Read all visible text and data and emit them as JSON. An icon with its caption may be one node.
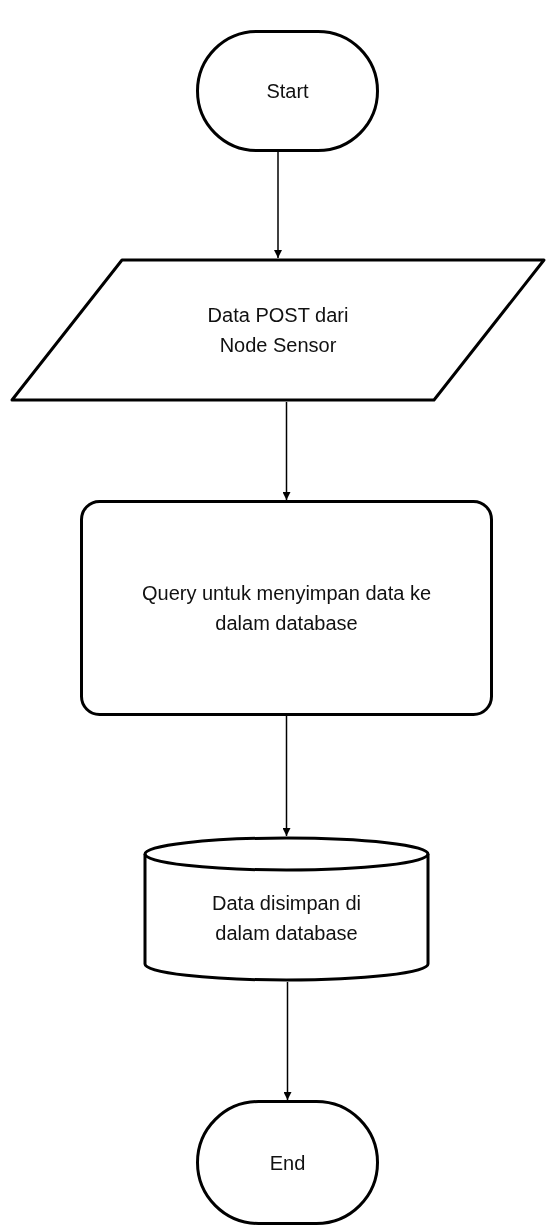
{
  "diagram": {
    "nodes": [
      {
        "text": [
          "Start"
        ]
      },
      {
        "text": [
          "Data POST dari Node Sensor"
        ]
      },
      {
        "text": [
          "Query untuk menyimpan data ke dalam database"
        ]
      },
      {
        "text": [
          "Data disimpan di dalam database"
        ]
      },
      {
        "text": [
          "End"
        ]
      }
    ],
    "edges": [
      {
        "from": 0,
        "to": 1,
        "arrow": "to"
      },
      {
        "from": 1,
        "to": 2,
        "arrow": "to"
      },
      {
        "from": 2,
        "to": 3,
        "arrow": "to"
      },
      {
        "from": 3,
        "to": 4,
        "arrow": "to"
      }
    ]
  }
}
